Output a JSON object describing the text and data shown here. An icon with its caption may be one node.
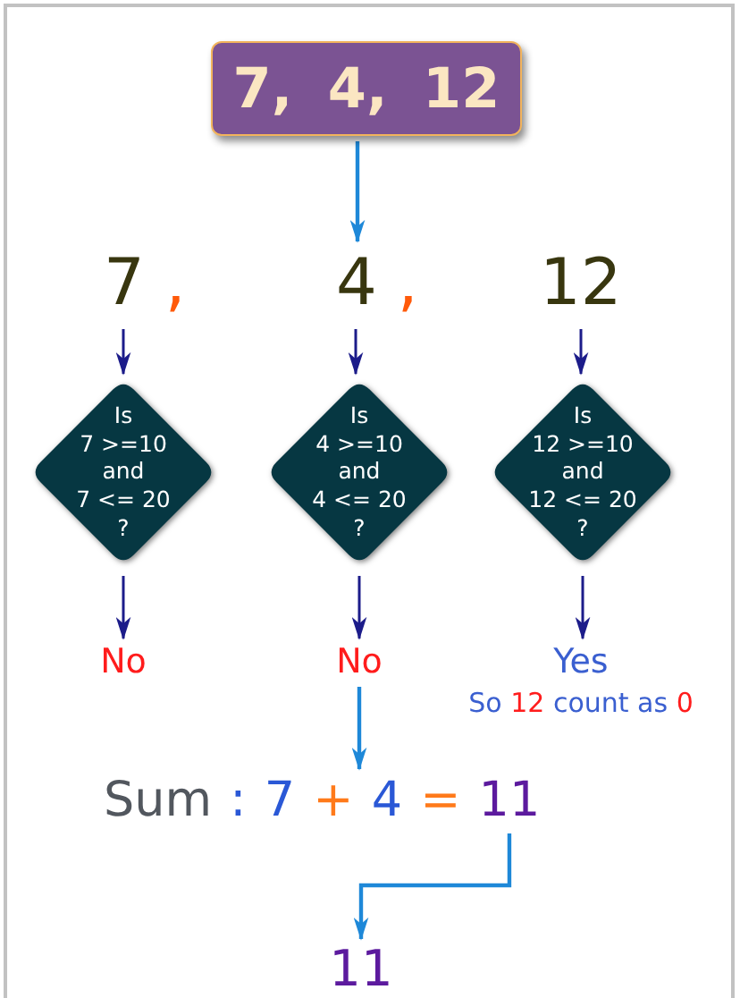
{
  "diagram": {
    "nodes": [
      {
        "text": [
          "7, 4, 12"
        ]
      },
      {
        "text": [
          "7 ,"
        ]
      },
      {
        "text": [
          "4 ,"
        ]
      },
      {
        "text": [
          "12"
        ]
      },
      {
        "text": [
          "Is 7 >=10 and 7 <= 20 ?"
        ]
      },
      {
        "text": [
          "Is 4 >=10 and 4 <= 20 ?"
        ]
      },
      {
        "text": [
          "Is 12 >=10 and 12 <= 20 ?"
        ]
      },
      {
        "text": [
          "No"
        ]
      },
      {
        "text": [
          "No"
        ]
      },
      {
        "text": [
          "Yes"
        ],
        "beside": [
          "So 12 count as 0"
        ]
      },
      {
        "text": [
          "Sum : 7 + 4 = 11"
        ]
      },
      {
        "text": [
          "11"
        ]
      }
    ],
    "edges": [
      {
        "from": 0,
        "to": 2,
        "arrow": "to",
        "color": "#1e88d8"
      },
      {
        "from": 1,
        "to": 4,
        "arrow": "to"
      },
      {
        "from": 2,
        "to": 5,
        "arrow": "to"
      },
      {
        "from": 3,
        "to": 6,
        "arrow": "to"
      },
      {
        "from": 4,
        "to": 7,
        "arrow": "to"
      },
      {
        "from": 5,
        "to": 8,
        "arrow": "to"
      },
      {
        "from": 6,
        "to": 9,
        "arrow": "to"
      },
      {
        "from": 8,
        "to": 10,
        "arrow": "to",
        "color": "#1e88d8"
      },
      {
        "from": 10,
        "to": 11,
        "arrow": "to",
        "color": "#1e88d8"
      }
    ]
  }
}
